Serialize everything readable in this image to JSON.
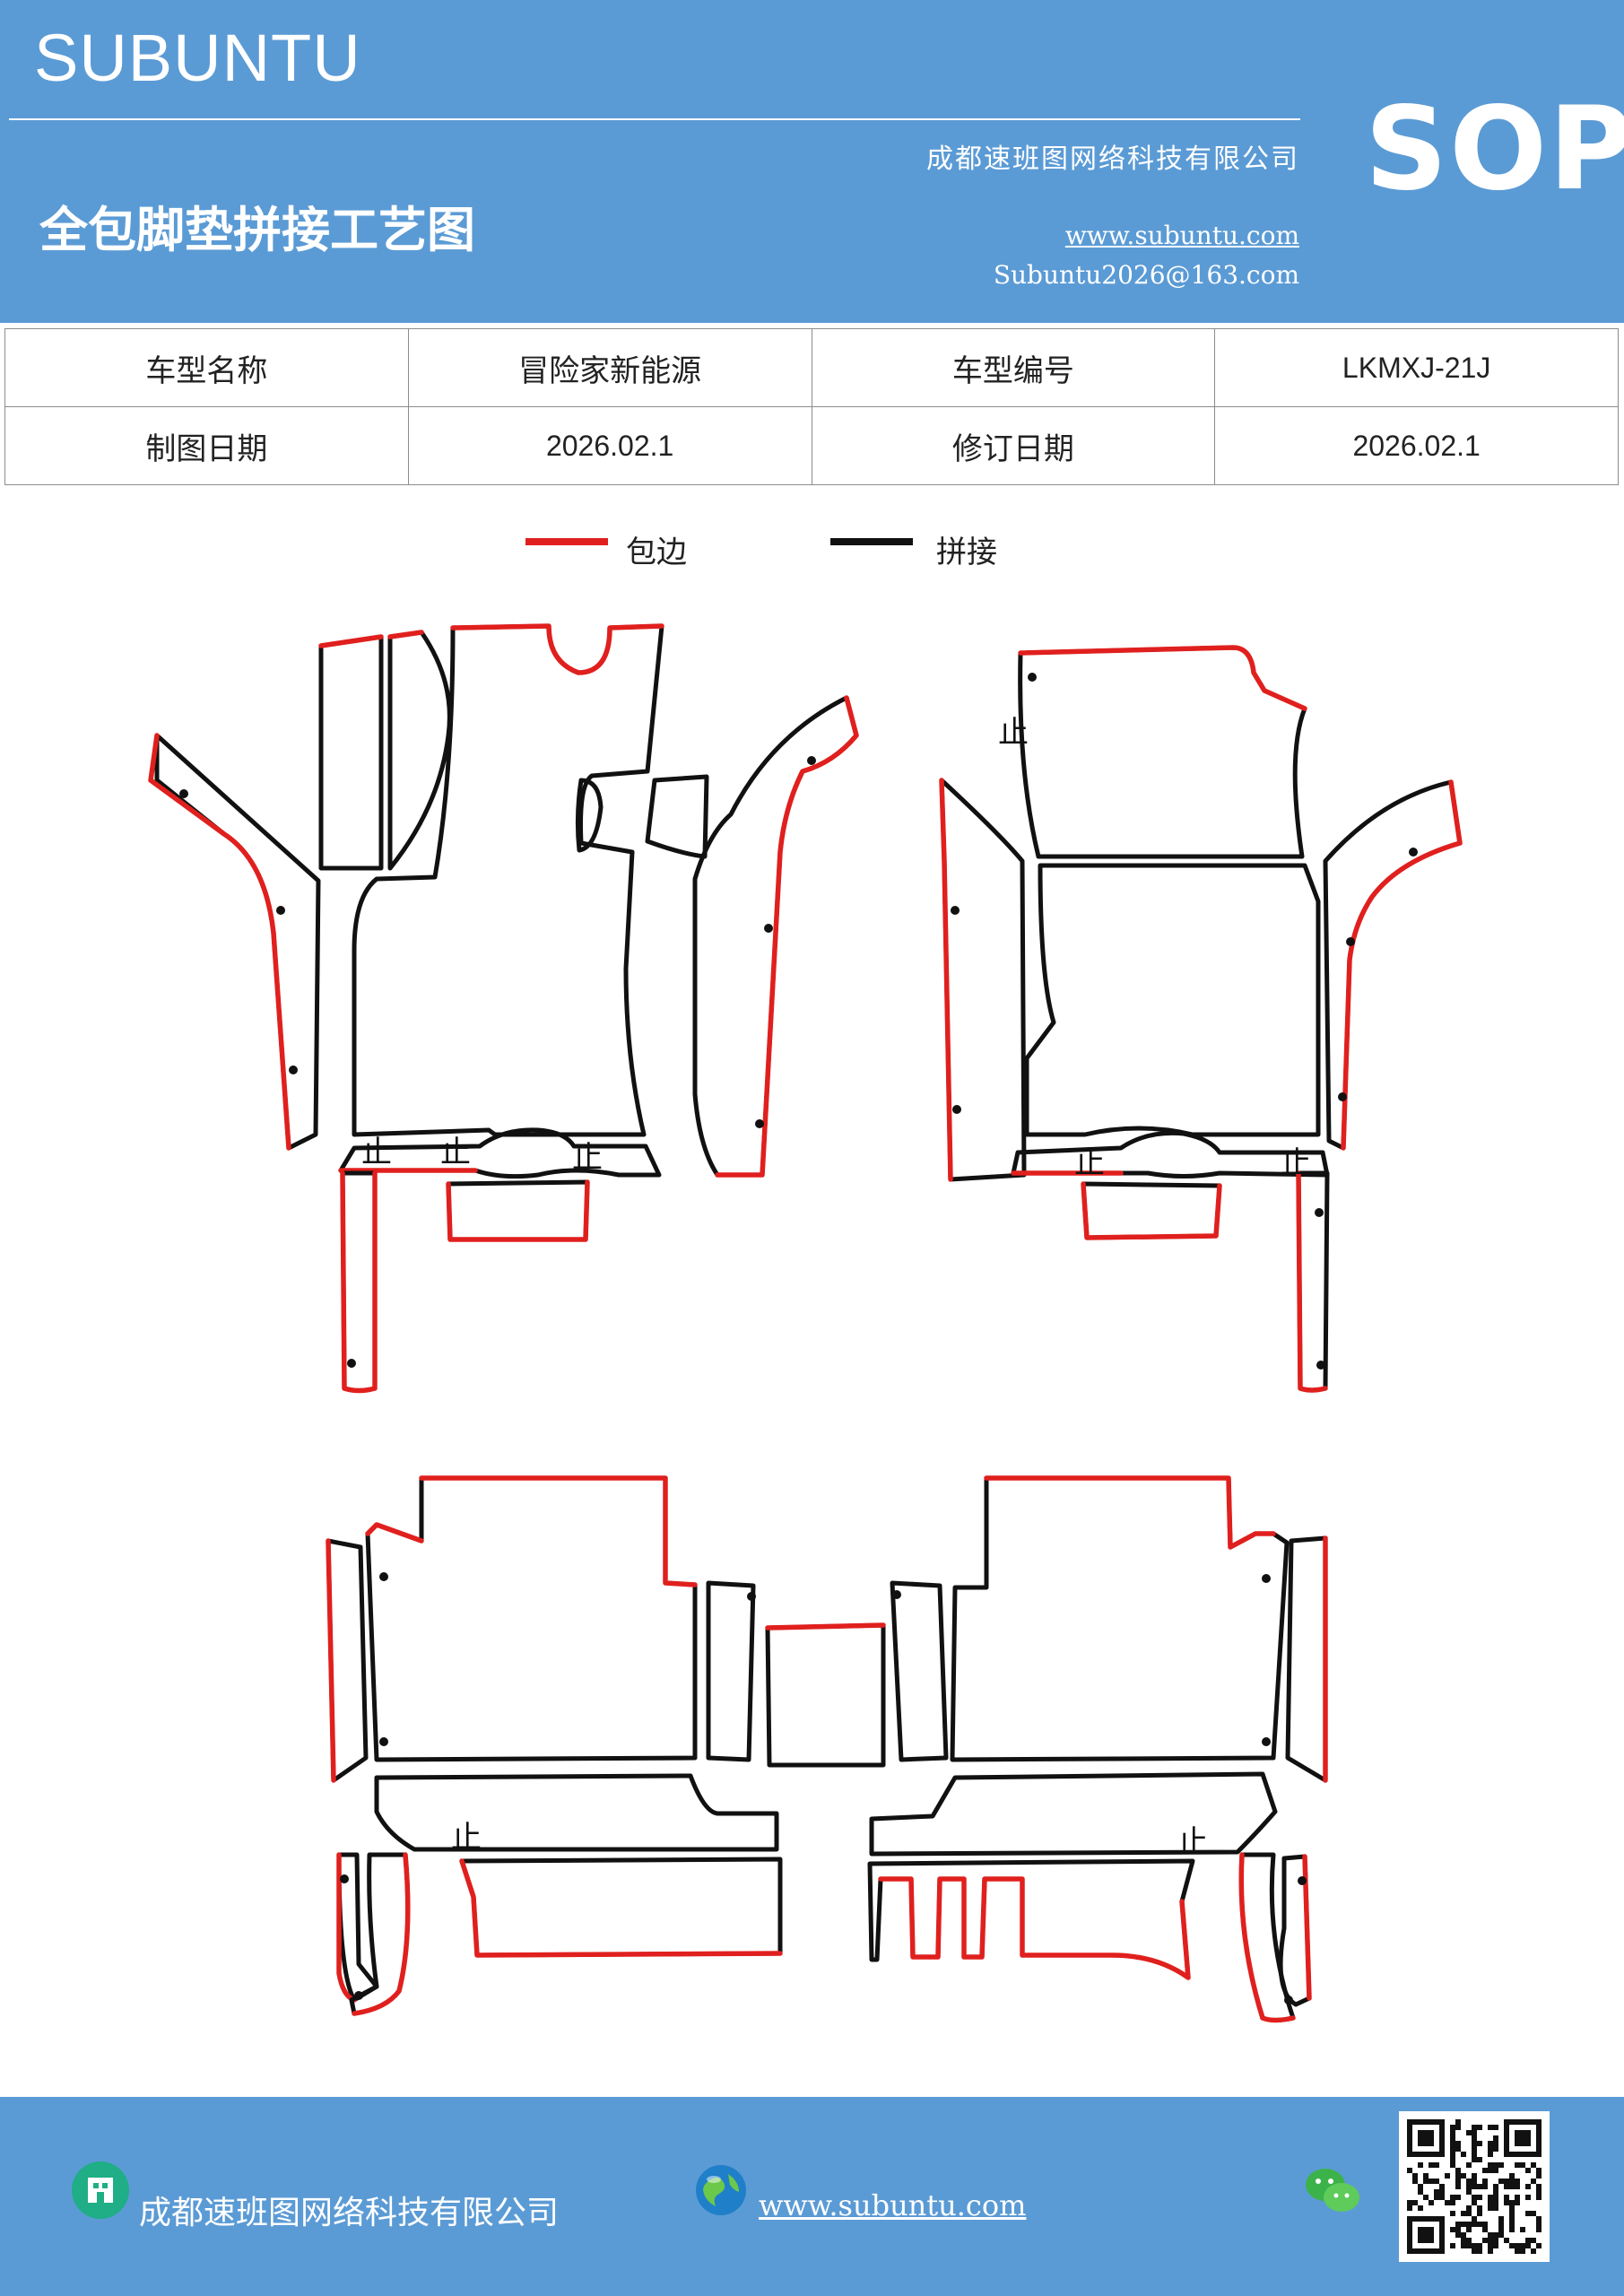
{
  "header": {
    "brand": "SUBUNTU",
    "title": "全包脚垫拼接工艺图",
    "company": "成都速班图网络科技有限公司",
    "website": "www.subuntu.com",
    "email": "Subuntu2026@163.com",
    "badge": "SOP"
  },
  "info": {
    "model_name_label": "车型名称",
    "model_name": "冒险家新能源",
    "model_code_label": "车型编号",
    "model_code": "LKMXJ-21J",
    "draw_date_label": "制图日期",
    "draw_date": "2026.02.1",
    "revise_date_label": "修订日期",
    "revise_date": "2026.02.1"
  },
  "legend": {
    "edge_label": "包边",
    "edge_color": "#e0201e",
    "joint_label": "拼接",
    "joint_color": "#111111"
  },
  "diagram": {
    "marker": "止"
  },
  "footer": {
    "company": "成都速班图网络科技有限公司",
    "website": "www.subuntu.com",
    "company_icon": "building-icon",
    "web_icon": "globe-icon",
    "wechat_icon": "wechat-icon"
  }
}
